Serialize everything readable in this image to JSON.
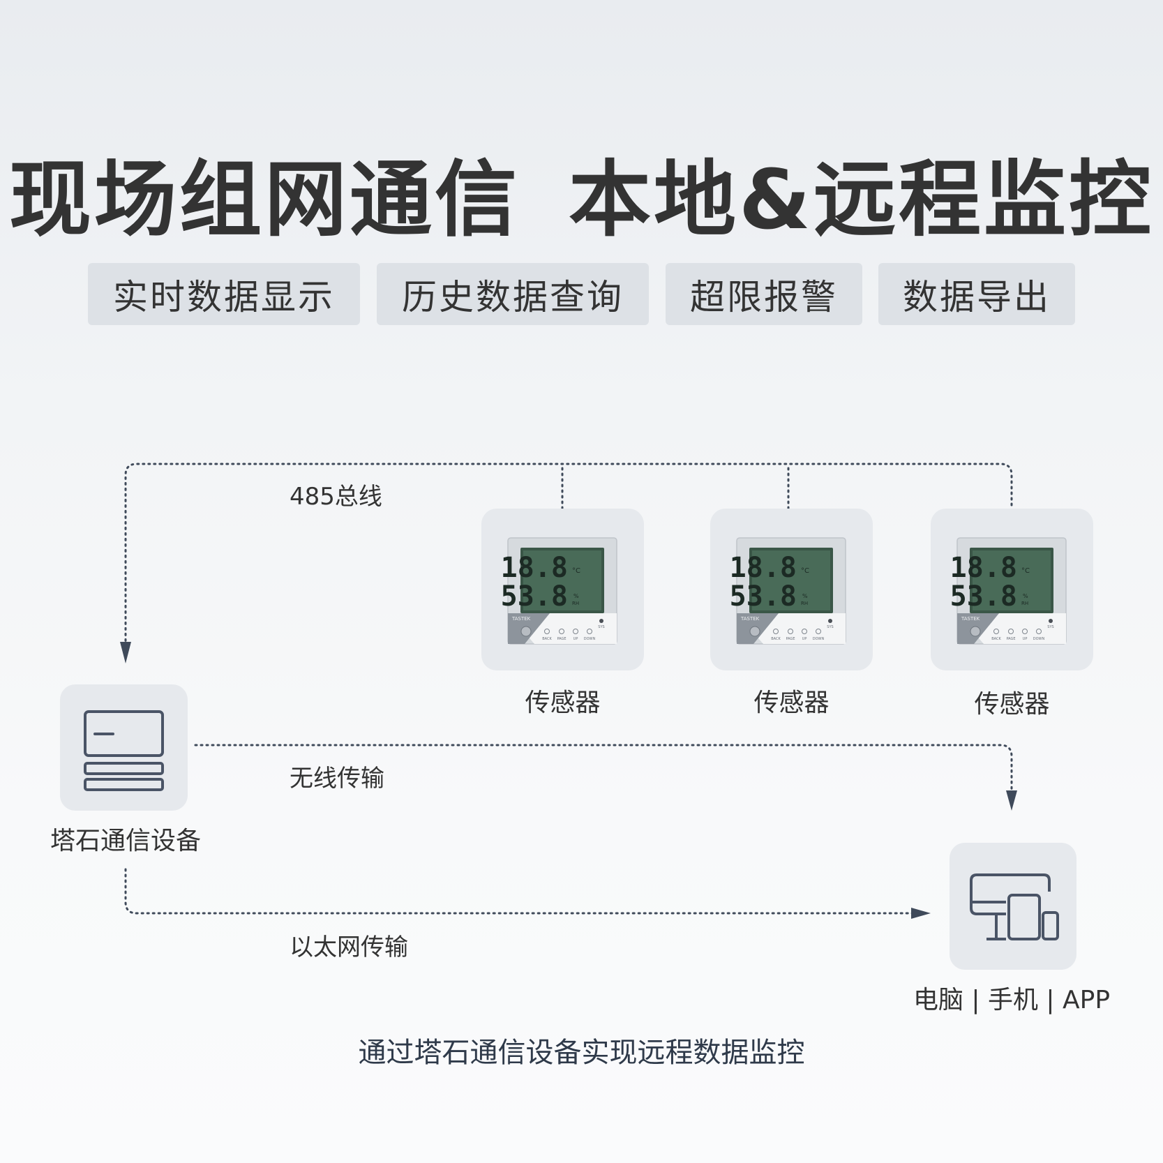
{
  "header": {
    "title_part1": "现场组网通信",
    "title_part2": "本地&远程监控"
  },
  "features": [
    "实时数据显示",
    "历史数据查询",
    "超限报警",
    "数据导出"
  ],
  "diagram": {
    "bus_label": "485总线",
    "wireless_label": "无线传输",
    "ethernet_label": "以太网传输",
    "gateway_label": "塔石通信设备",
    "client_label": "电脑 | 手机 | APP",
    "sensors": [
      {
        "label": "传感器",
        "temp_reading": "18.8",
        "temp_unit": "°C",
        "hum_reading": "53.8",
        "hum_unit": "%",
        "hum_unit2": "RH",
        "brand": "TASTEK",
        "buttons": [
          "BACK",
          "PAGE",
          "UP",
          "DOWN"
        ],
        "status": "SYS"
      },
      {
        "label": "传感器",
        "temp_reading": "18.8",
        "temp_unit": "°C",
        "hum_reading": "53.8",
        "hum_unit": "%",
        "hum_unit2": "RH",
        "brand": "TASTEK",
        "buttons": [
          "BACK",
          "PAGE",
          "UP",
          "DOWN"
        ],
        "status": "SYS"
      },
      {
        "label": "传感器",
        "temp_reading": "18.8",
        "temp_unit": "°C",
        "hum_reading": "53.8",
        "hum_unit": "%",
        "hum_unit2": "RH",
        "brand": "TASTEK",
        "buttons": [
          "BACK",
          "PAGE",
          "UP",
          "DOWN"
        ],
        "status": "SYS"
      }
    ],
    "colors": {
      "line": "#3f4a5a",
      "icon": "#4a5466",
      "tile": "#e6e9ed",
      "lcd": "#2e4a3f",
      "lcd_text": "#1c2a24"
    },
    "icons": [
      "gateway-device-icon",
      "monitor-icon",
      "tablet-icon",
      "phone-icon"
    ]
  },
  "footer": "通过塔石通信设备实现远程数据监控"
}
